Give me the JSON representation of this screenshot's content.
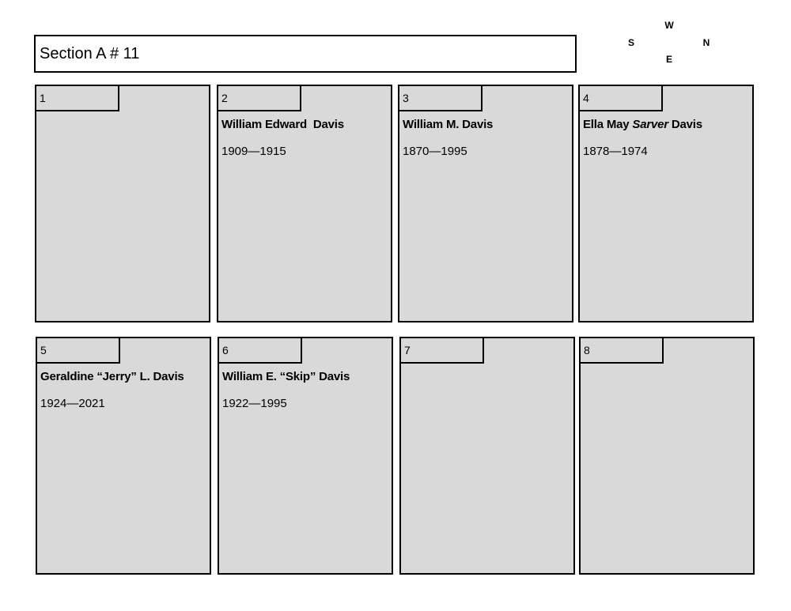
{
  "header": {
    "title": "Section A # 11"
  },
  "compass": {
    "w": "W",
    "s": "S",
    "n": "N",
    "e": "E"
  },
  "plots": [
    {
      "number": "1",
      "name": "",
      "dates": ""
    },
    {
      "number": "2",
      "name": "William Edward  Davis",
      "dates": "1909—1915"
    },
    {
      "number": "3",
      "name": "William M. Davis",
      "dates": "1870—1995"
    },
    {
      "number": "4",
      "name_before": "Ella May ",
      "name_italic": "Sarver",
      "name_after": " Davis",
      "dates": "1878—1974"
    },
    {
      "number": "5",
      "name": "Geraldine “Jerry” L. Davis",
      "dates": "1924—2021"
    },
    {
      "number": "6",
      "name": "William E. “Skip” Davis",
      "dates": "1922—1995"
    },
    {
      "number": "7",
      "name": "",
      "dates": ""
    },
    {
      "number": "8",
      "name": "",
      "dates": ""
    }
  ]
}
